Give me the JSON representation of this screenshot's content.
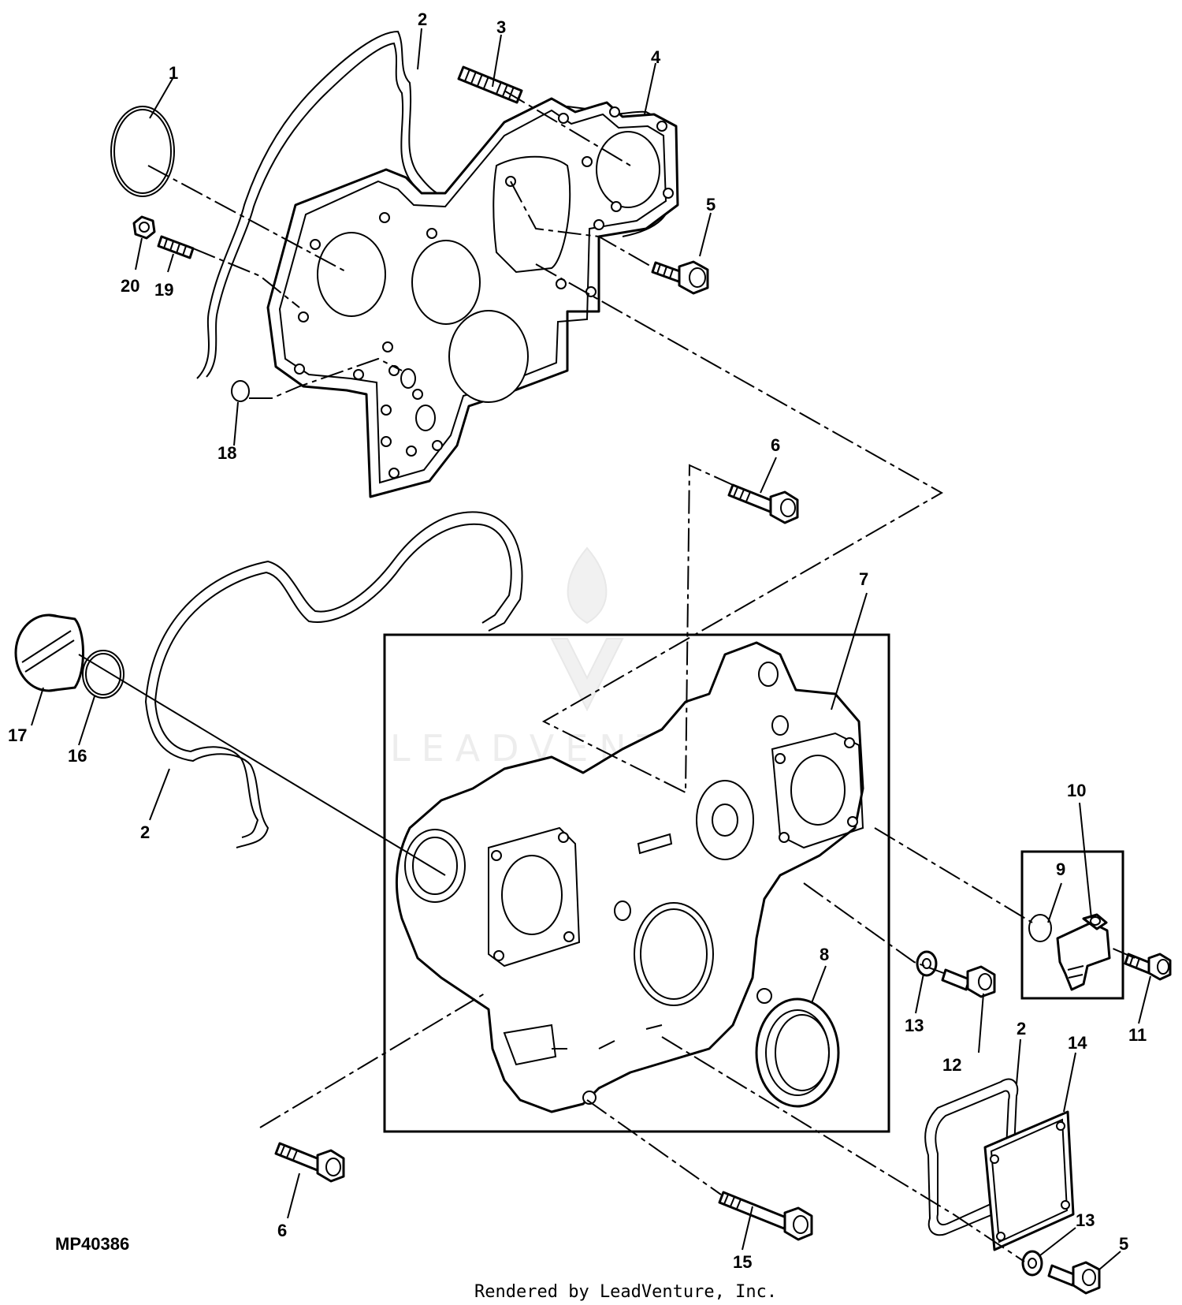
{
  "diagram_code": "MP40386",
  "credit": "Rendered by LeadVenture, Inc.",
  "watermark": "LEADVENTURE",
  "callouts": {
    "c1": "1",
    "c2a": "2",
    "c3": "3",
    "c4": "4",
    "c5a": "5",
    "c20": "20",
    "c19": "19",
    "c18": "18",
    "c6a": "6",
    "c7": "7",
    "c17": "17",
    "c16": "16",
    "c2b": "2",
    "c10": "10",
    "c9": "9",
    "c8": "8",
    "c13a": "13",
    "c12": "12",
    "c11": "11",
    "c2c": "2",
    "c14": "14",
    "c6b": "6",
    "c15": "15",
    "c13b": "13",
    "c5b": "5"
  }
}
